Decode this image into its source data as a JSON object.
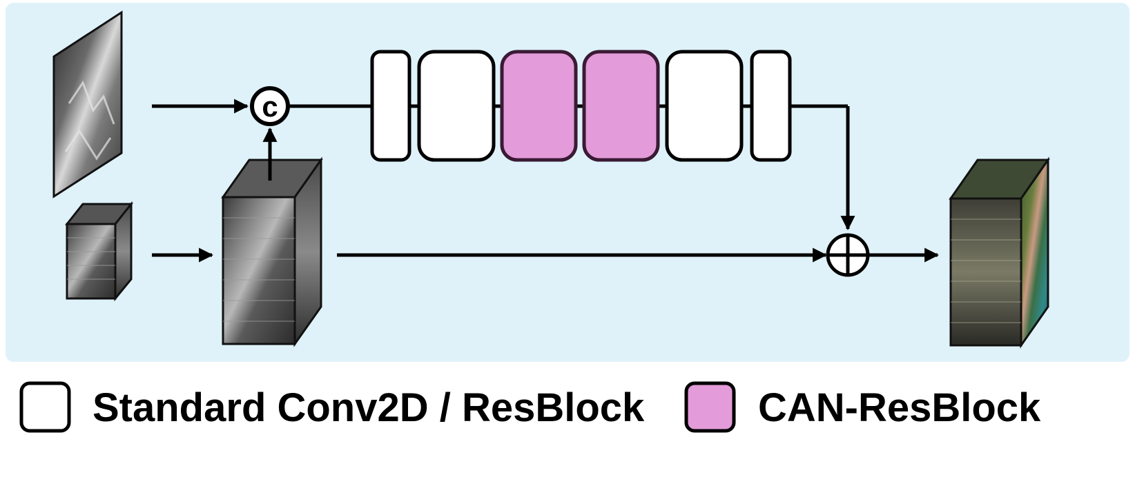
{
  "diagram": {
    "concat_symbol": "c",
    "colors": {
      "panel": "#dff2fa",
      "standard_block": "#ffffff",
      "can_block": "#e39bd9",
      "stroke": "#000000"
    },
    "blocks": [
      {
        "kind": "standard"
      },
      {
        "kind": "standard"
      },
      {
        "kind": "can"
      },
      {
        "kind": "can"
      },
      {
        "kind": "standard"
      },
      {
        "kind": "standard"
      }
    ],
    "images": [
      "pan-image",
      "ms-cube-small",
      "ms-cube-upsampled",
      "output-cube"
    ]
  },
  "legend": {
    "standard_label": "Standard Conv2D / ResBlock",
    "can_label": "CAN-ResBlock"
  }
}
